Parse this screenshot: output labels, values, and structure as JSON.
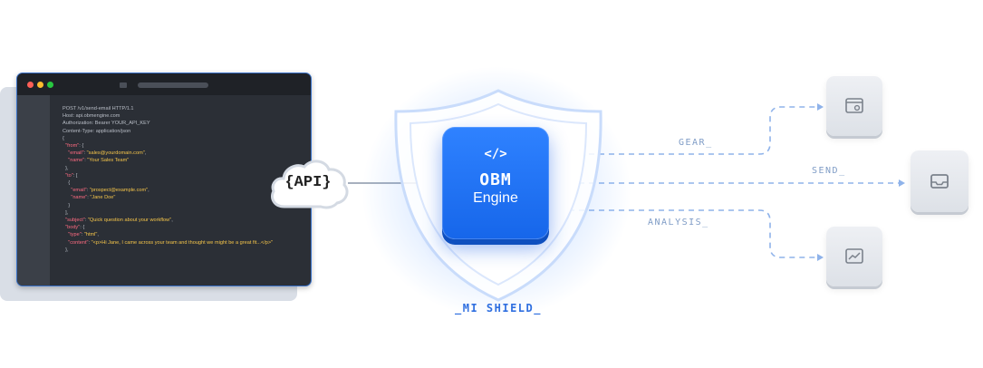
{
  "code_window": {
    "lines": [
      "POST /v1/send-email HTTP/1.1",
      "Host: api.obmengine.com",
      "Authorization: Bearer YOUR_API_KEY",
      "Content-Type: application/json",
      "{",
      "  \"from\": {",
      "    \"email\": \"sales@yourdomain.com\",",
      "    \"name\": \"Your Sales Team\"",
      "  },",
      "  \"to\": [",
      "    {",
      "      \"email\": \"prospect@example.com\",",
      "      \"name\": \"Jane Doe\"",
      "    }",
      "  ],",
      "  \"subject\": \"Quick question about your workflow\",",
      "  \"body\": {",
      "    \"type\": \"html\",",
      "    \"content\": \"<p>Hi Jane, I came across your team and thought we might be a great fit...</p>\"",
      "  },"
    ]
  },
  "api_cloud": {
    "label": "{API}"
  },
  "engine": {
    "icon": "code-icon",
    "icon_text": "</>",
    "title": "OBM",
    "subtitle": "Engine"
  },
  "shield": {
    "label": "_MI SHIELD_"
  },
  "branches": {
    "gear": {
      "label": "GEAR_",
      "icon": "settings-window-icon"
    },
    "send": {
      "label": "SEND_",
      "icon": "inbox-icon"
    },
    "analysis": {
      "label": "ANALYSIS_",
      "icon": "chart-icon"
    }
  },
  "colors": {
    "accent": "#1f6ff2",
    "dashed_line": "#8fb3ea",
    "code_key": "#ff6b81",
    "code_string": "#f5c54a"
  }
}
